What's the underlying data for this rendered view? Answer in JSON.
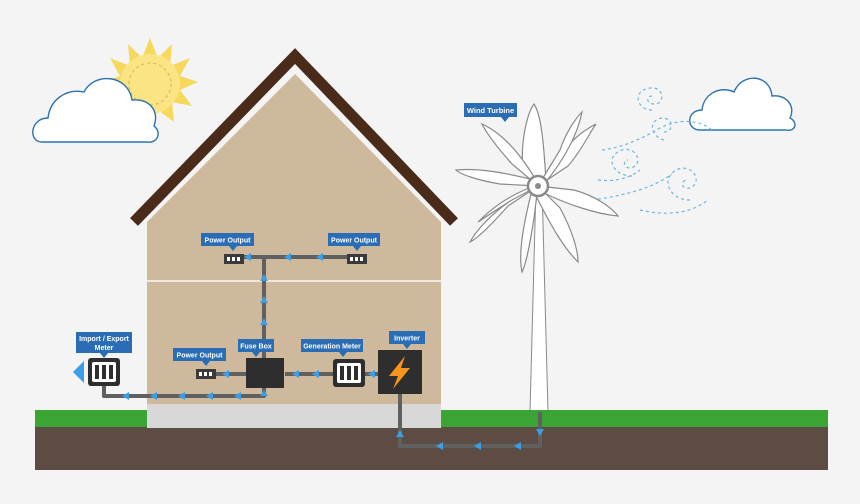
{
  "labels": {
    "wind_turbine": "Wind Turbine",
    "power_output_upper_left": "Power Output",
    "power_output_upper_right": "Power Output",
    "power_output_lower": "Power Output",
    "fuse_box": "Fuse Box",
    "generation_meter": "Generation Meter",
    "inverter": "Inverter",
    "import_export_line1": "Import / Export",
    "import_export_line2": "Meter"
  },
  "colors": {
    "background": "#f4f4f4",
    "label_fill": "#2a6db5",
    "wall": "#cfb99c",
    "roof": "#4a2b1a",
    "grass": "#3aa535",
    "soil": "#5c4c44",
    "foundation": "#d8d8d8",
    "cable": "#606060",
    "flow_arrow": "#3b9ee6",
    "sun": "#f6d85c",
    "wind": "#6cb8e0",
    "bolt": "#f7941d"
  },
  "icons": [
    "sun-icon",
    "cloud-icon",
    "wind-swirl-icon",
    "lightning-bolt-icon",
    "meter-icon",
    "socket-icon",
    "export-arrow-icon"
  ]
}
